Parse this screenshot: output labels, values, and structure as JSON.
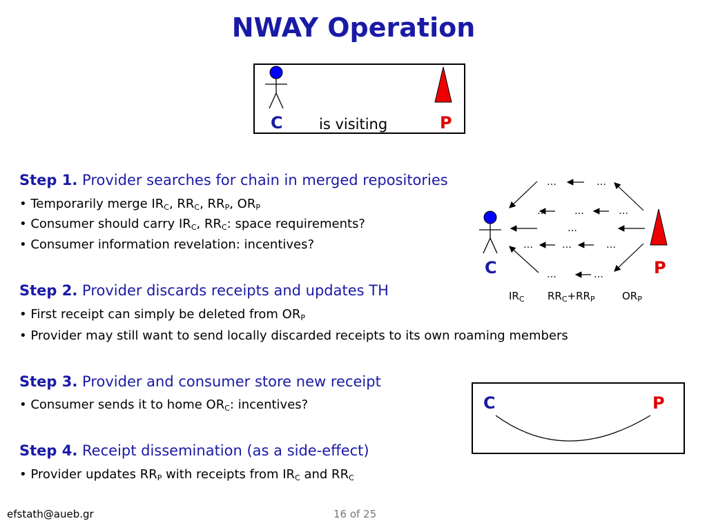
{
  "title": "NWAY Operation",
  "visit_box": {
    "c_label": "C",
    "text": "is visiting",
    "p_label": "P"
  },
  "steps": [
    {
      "head": "Step 1.",
      "text": "Provider searches for chain in merged repositories",
      "bullets": [
        {
          "parts": [
            "• Temporarily merge IR",
            "C",
            ", RR",
            "C",
            ", RR",
            "P",
            ", OR",
            "P"
          ]
        },
        {
          "parts": [
            "• Consumer should carry IR",
            "C",
            ", RR",
            "C",
            ": space requirements?"
          ]
        },
        {
          "parts": [
            "• Consumer information revelation: incentives?"
          ]
        }
      ]
    },
    {
      "head": "Step 2.",
      "text": "Provider discards receipts and updates TH",
      "bullets": [
        {
          "parts": [
            "• First receipt can simply be deleted from OR",
            "P"
          ]
        },
        {
          "parts": [
            "• Provider may still want to send locally discarded receipts to its own roaming members"
          ]
        }
      ]
    },
    {
      "head": "Step 3.",
      "text": "Provider and consumer store new receipt",
      "bullets": [
        {
          "parts": [
            "• Consumer sends it to home OR",
            "C",
            ": incentives?"
          ]
        }
      ]
    },
    {
      "head": "Step 4.",
      "text": "Receipt dissemination (as a side-effect)",
      "bullets": [
        {
          "parts": [
            "• Provider updates RR",
            "P",
            " with receipts from IR",
            "C",
            " and RR",
            "C"
          ]
        }
      ]
    }
  ],
  "diagram": {
    "c_label": "C",
    "p_label": "P",
    "ellipsis": "…",
    "legend": [
      {
        "parts": [
          "IR",
          "C"
        ]
      },
      {
        "parts": [
          "RR",
          "C",
          "+RR",
          "P"
        ]
      },
      {
        "parts": [
          "OR",
          "P"
        ]
      }
    ]
  },
  "exchange_box": {
    "c_label": "C",
    "p_label": "P"
  },
  "footer": {
    "email": "efstath@aueb.gr",
    "page": "16",
    "of": "of",
    "total": "25"
  },
  "colors": {
    "title": "#1a1aa6",
    "consumer": "#1a1aa6",
    "provider": "#e00000",
    "person_head": "#0000ff",
    "cone": "#ee0000"
  }
}
